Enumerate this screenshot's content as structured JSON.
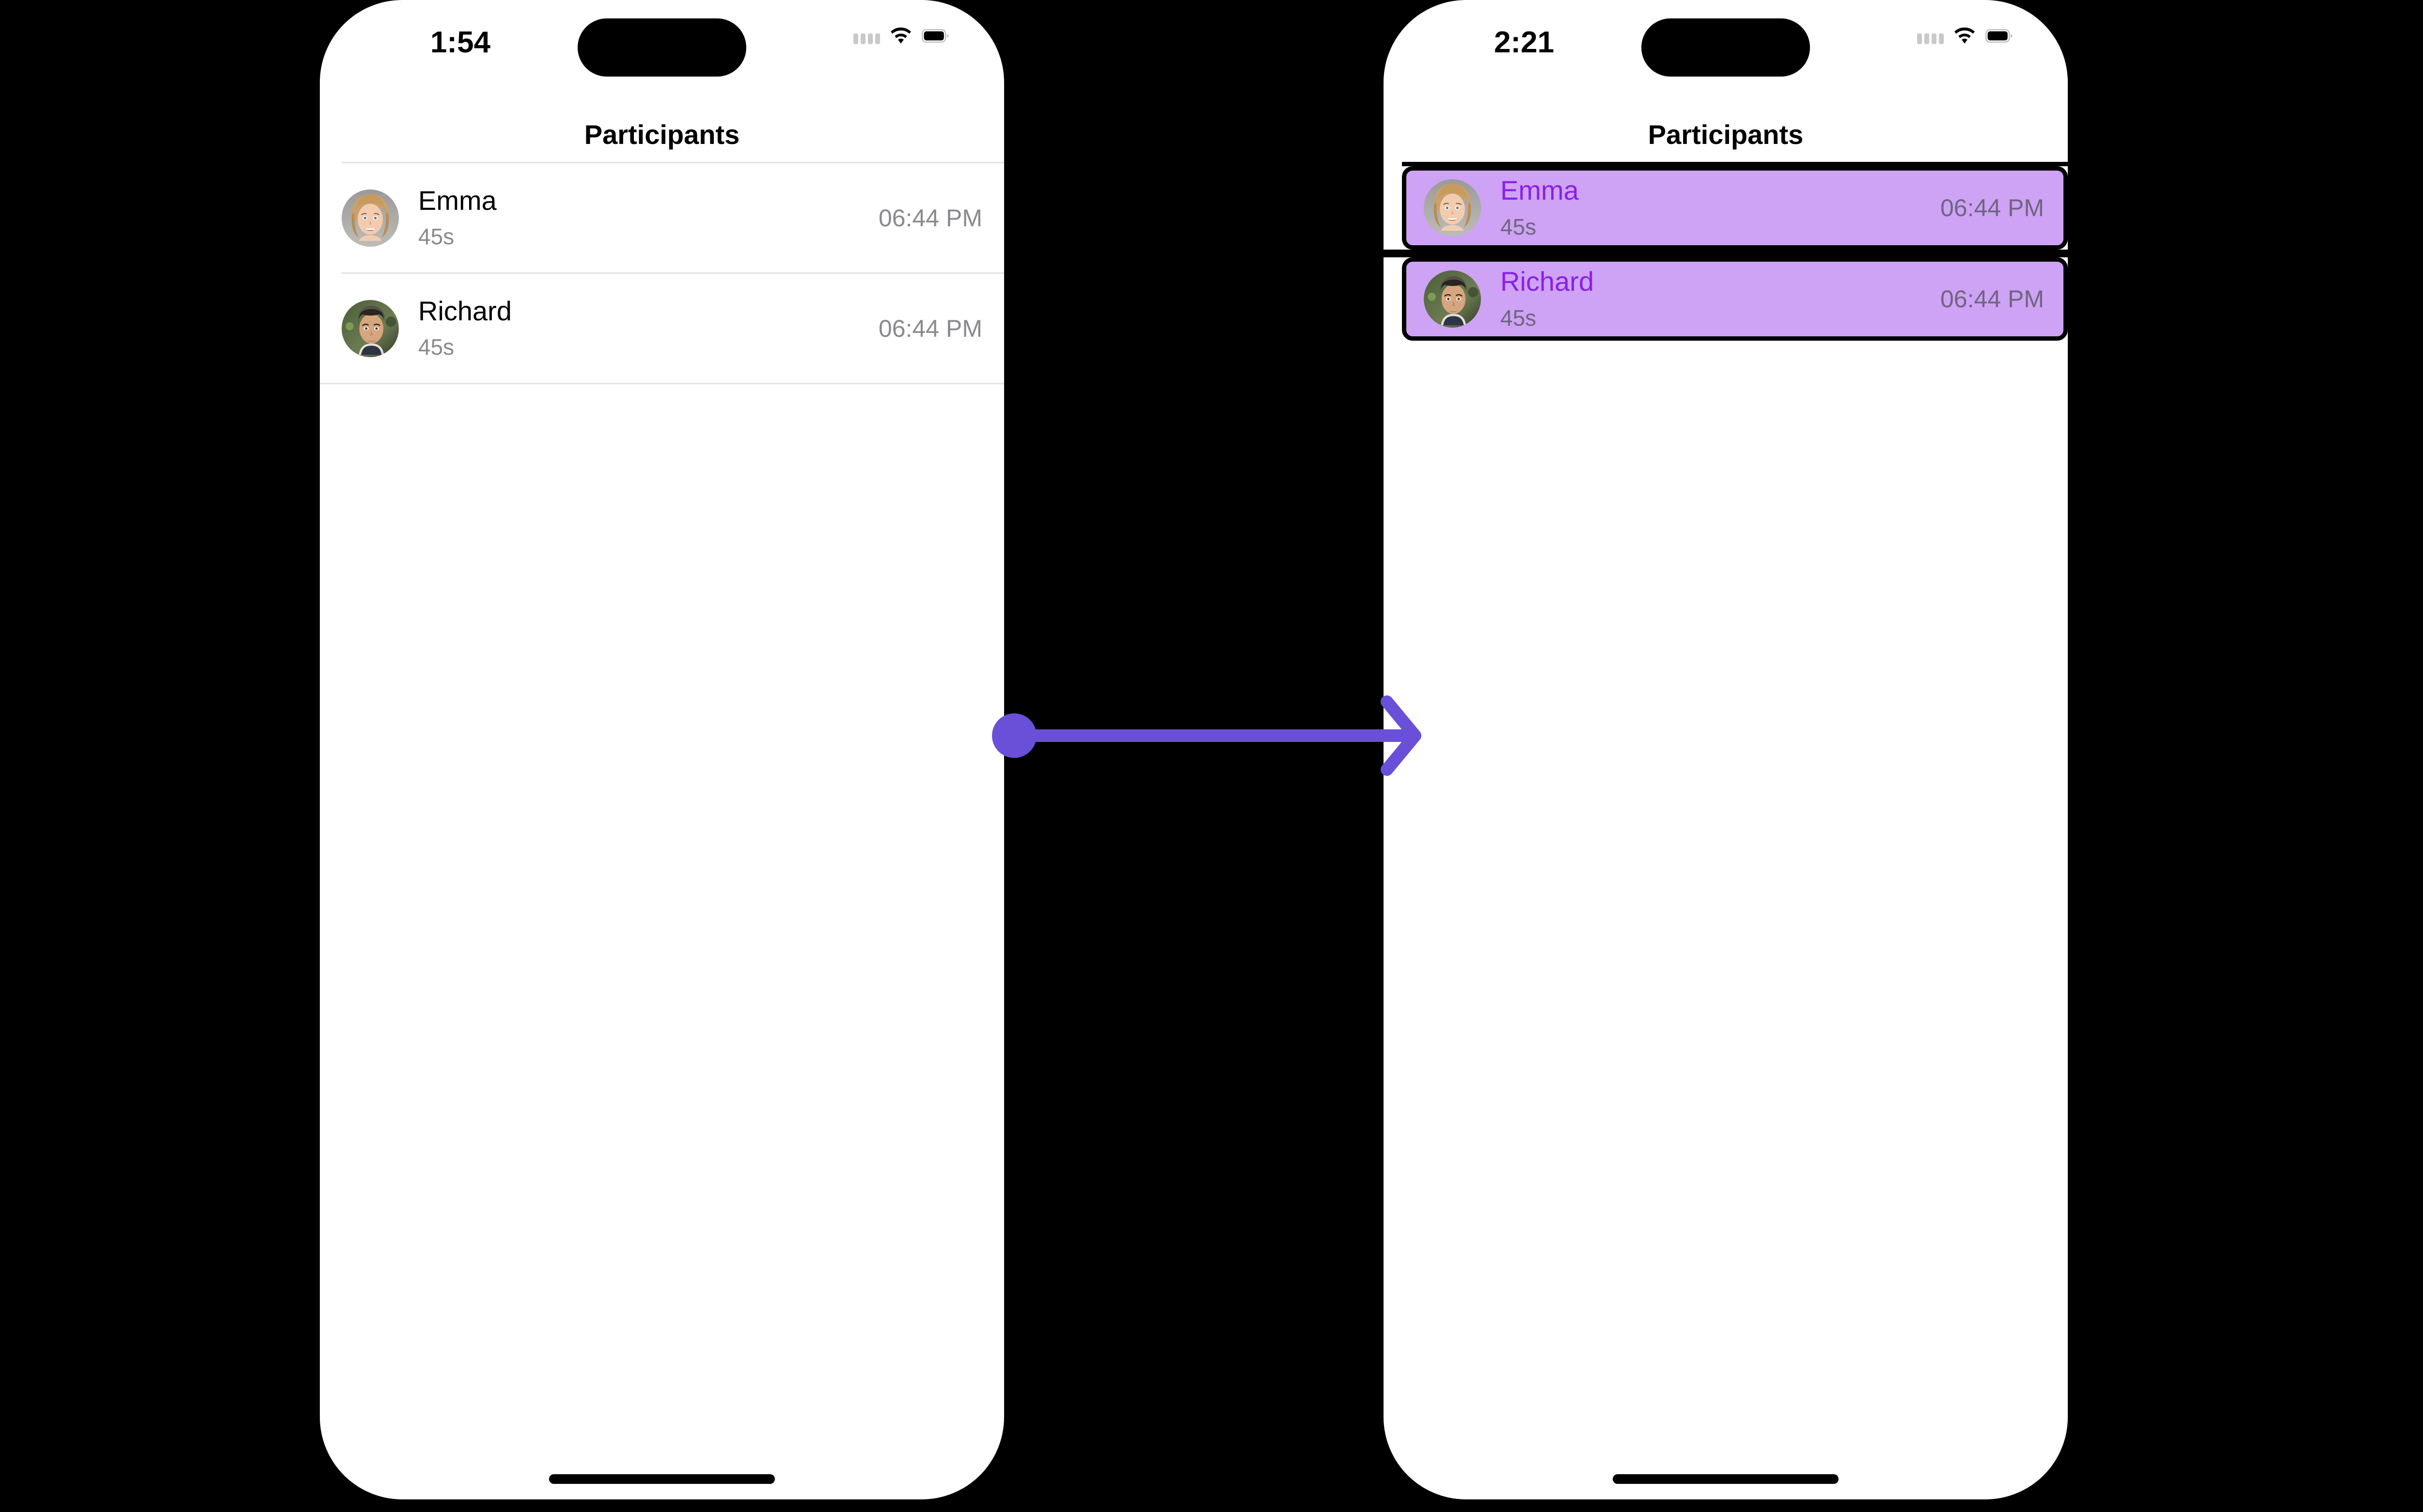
{
  "accent": {
    "arrow": "#6A50D8",
    "highlight_fill": "#CEA2F5",
    "highlight_border": "#000000",
    "highlight_name_text": "#8B1FE8",
    "highlight_secondary_text": "#6F6580",
    "divider": "#E3E3E5",
    "secondary_text": "#8A8A8E",
    "primary_text": "#000000",
    "screen_background": "#FFFFFF",
    "canvas_background": "#000000"
  },
  "screens": [
    {
      "id": "before",
      "status_bar": {
        "time": "1:54",
        "icons": [
          "signal-dots-icon",
          "wifi-icon",
          "battery-icon"
        ]
      },
      "nav": {
        "title": "Participants"
      },
      "rows": [
        {
          "name": "Emma",
          "subtitle": "45s",
          "time": "06:44 PM",
          "avatar": "avatar-emma",
          "selected": false
        },
        {
          "name": "Richard",
          "subtitle": "45s",
          "time": "06:44 PM",
          "avatar": "avatar-richard",
          "selected": false
        }
      ],
      "home_indicator": "home-indicator"
    },
    {
      "id": "after",
      "status_bar": {
        "time": "2:21",
        "icons": [
          "signal-dots-icon",
          "wifi-icon",
          "battery-icon"
        ]
      },
      "nav": {
        "title": "Participants"
      },
      "rows": [
        {
          "name": "Emma",
          "subtitle": "45s",
          "time": "06:44 PM",
          "avatar": "avatar-emma",
          "selected": true
        },
        {
          "name": "Richard",
          "subtitle": "45s",
          "time": "06:44 PM",
          "avatar": "avatar-richard",
          "selected": true
        }
      ],
      "home_indicator": "home-indicator"
    }
  ],
  "annotation": {
    "type": "arrow",
    "label": "transition-arrow",
    "direction": "left-to-right",
    "start_marker": "dot",
    "end_marker": "chevron-arrowhead"
  }
}
